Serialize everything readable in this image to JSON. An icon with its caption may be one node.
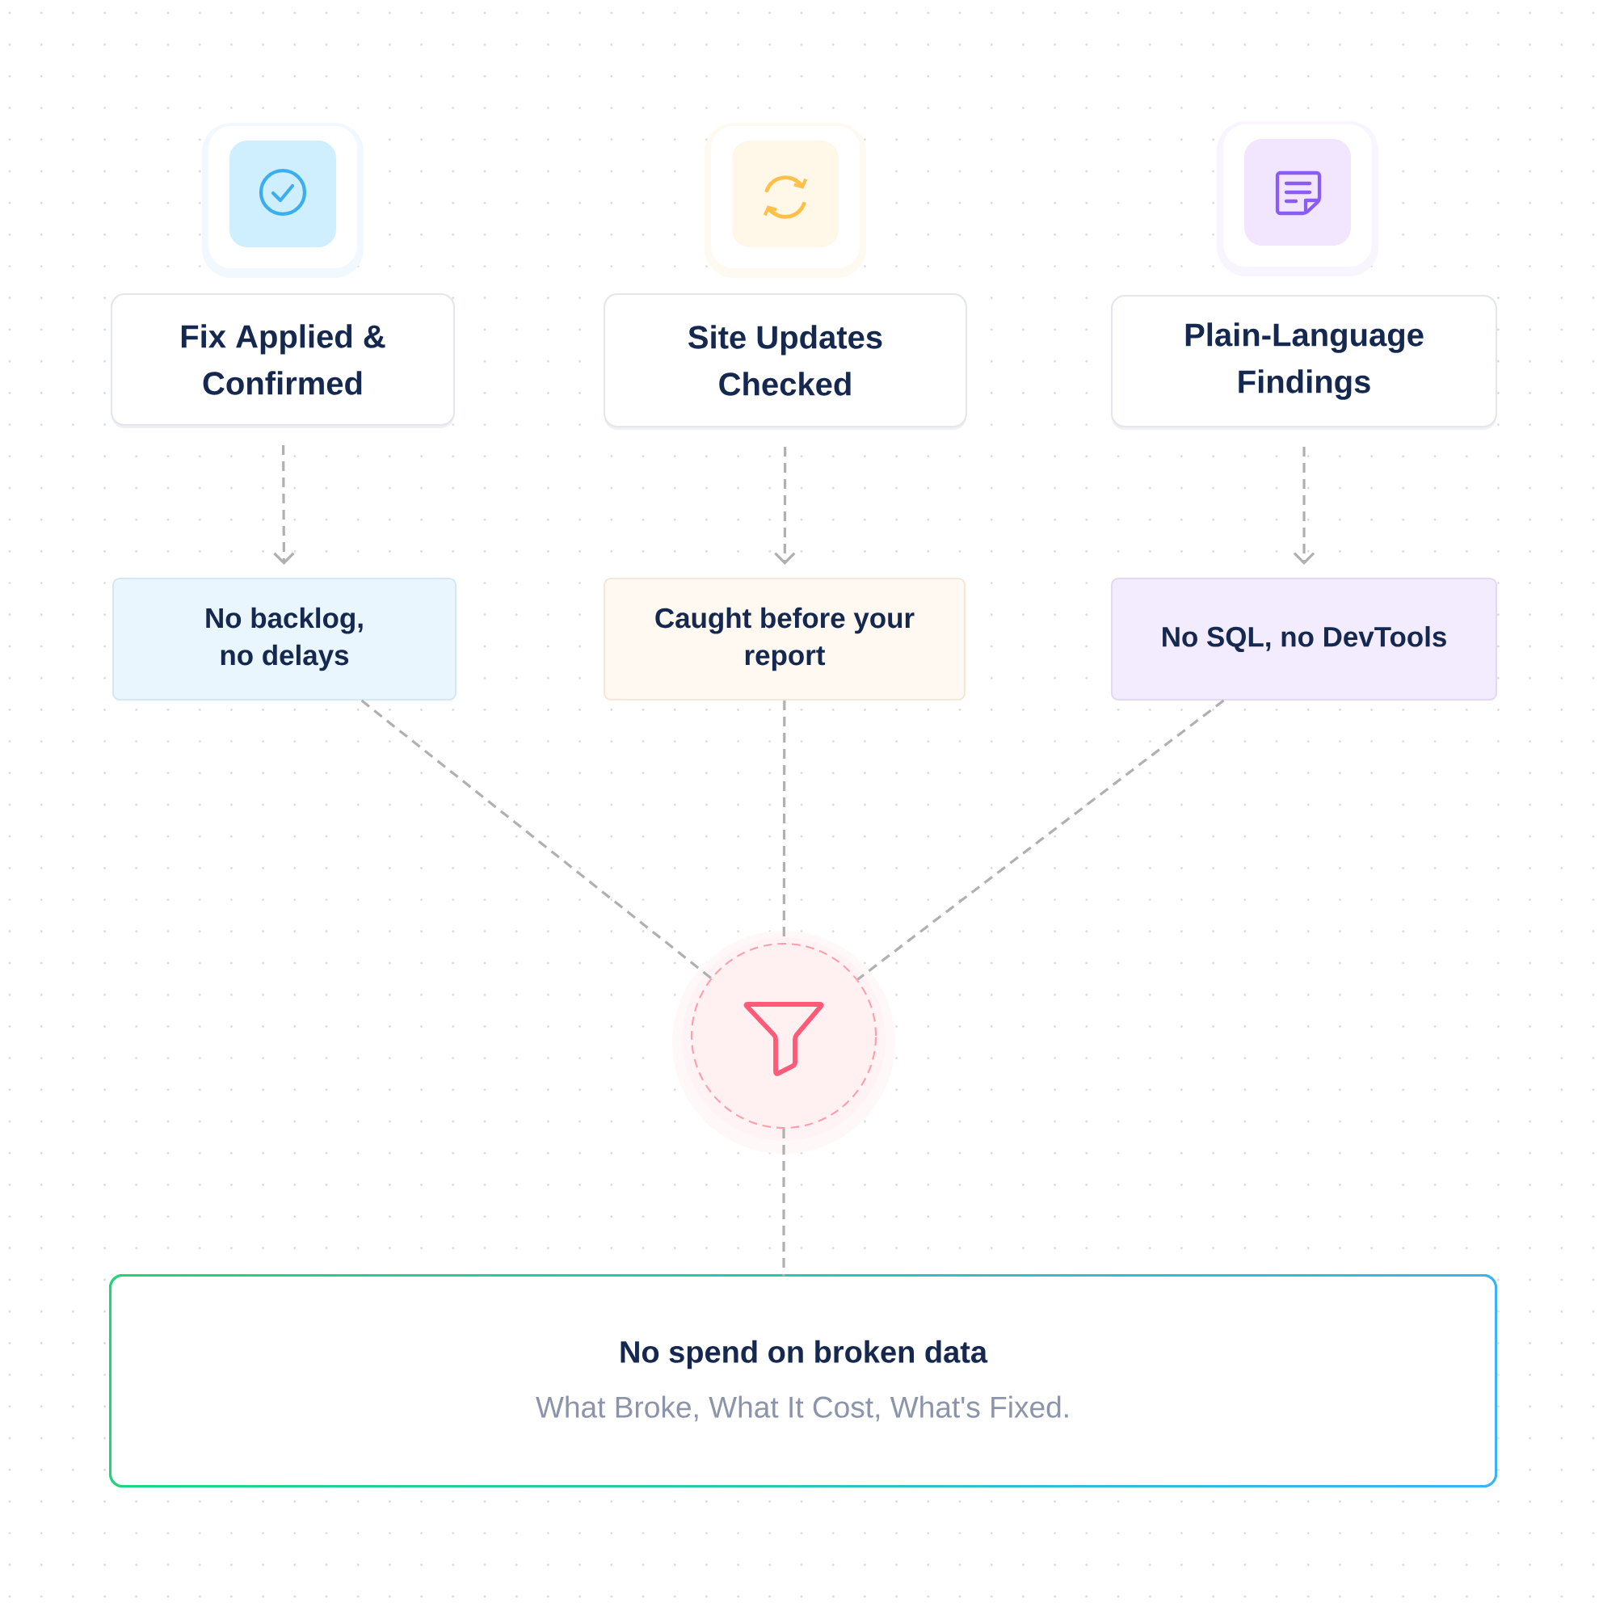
{
  "diagram": {
    "nodes": [
      {
        "text": [
          "Fix Applied & Confirmed"
        ]
      },
      {
        "text": [
          "Site Updates Checked"
        ]
      },
      {
        "text": [
          "Plain-Language Findings"
        ]
      },
      {
        "text": [
          "No backlog, no delays"
        ]
      },
      {
        "text": [
          "Caught before your report"
        ]
      },
      {
        "text": [
          "No SQL, no DevTools"
        ]
      },
      {
        "text": [],
        "shape": "circle"
      },
      {
        "text": [
          "No spend on broken data",
          "What Broke, What It Cost, What's Fixed."
        ]
      }
    ],
    "edges": [
      {
        "from": 0,
        "to": 3,
        "arrow": "to",
        "style": "dashed"
      },
      {
        "from": 1,
        "to": 4,
        "arrow": "to",
        "style": "dashed"
      },
      {
        "from": 2,
        "to": 5,
        "arrow": "to",
        "style": "dashed"
      },
      {
        "from": 3,
        "to": 6,
        "arrow": "none",
        "style": "dashed"
      },
      {
        "from": 4,
        "to": 6,
        "arrow": "none",
        "style": "dashed"
      },
      {
        "from": 5,
        "to": 6,
        "arrow": "none",
        "style": "dashed"
      },
      {
        "from": 6,
        "to": 7,
        "arrow": "none",
        "style": "dashed"
      }
    ]
  }
}
